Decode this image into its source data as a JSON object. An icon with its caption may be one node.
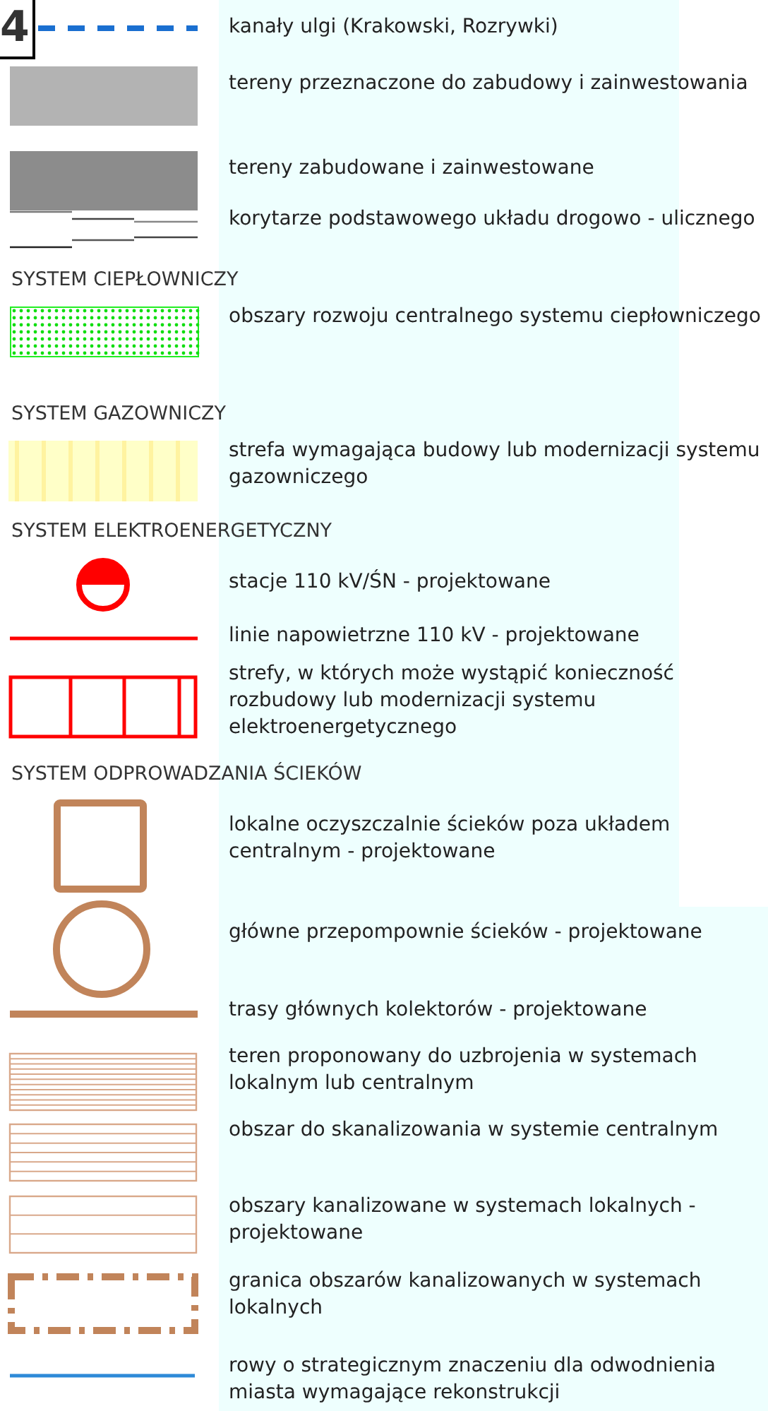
{
  "diagram": {
    "labels": [
      "4",
      "SYSTEM CIEPŁOWNICZY",
      "SYSTEM GAZOWNICZY",
      "SYSTEM ELEKTROENERGETYCZNY",
      "SYSTEM ODPROWADZANIA ŚCIEKÓW"
    ],
    "legend": [
      {
        "text": "kanały ulgi (Krakowski, Rozrywki)"
      },
      {
        "text": "tereny przeznaczone do zabudowy i zainwestowania",
        "color": "#b3b3b3"
      },
      {
        "text": "tereny zabudowane i zainwestowane",
        "color": "#8c8c8c"
      },
      {
        "text": "korytarze podstawowego układu drogowo - ulicznego"
      },
      {
        "text": "obszary rozwoju centralnego systemu ciepłowniczego"
      },
      {
        "text": "strefa wymagająca budowy lub modernizacji systemu gazowniczego"
      },
      {
        "text": "stacje 110 kV/ŚN  - projektowane"
      },
      {
        "text": "linie napowietrzne 110 kV - projektowane"
      },
      {
        "text": "strefy, w których może wystąpić konieczność rozbudowy lub modernizacji systemu elektroenergetycznego"
      },
      {
        "text": "lokalne oczyszczalnie ścieków poza układem centralnym - projektowane"
      },
      {
        "text": "główne przepompownie ścieków - projektowane"
      },
      {
        "text": "trasy głównych kolektorów - projektowane"
      },
      {
        "text": "teren proponowany do uzbrojenia w systemach lokalnym lub centralnym"
      },
      {
        "text": "obszar do skanalizowania w systemie centralnym"
      },
      {
        "text": "obszary kanalizowane w systemach lokalnych -  projektowane"
      },
      {
        "text": "granica obszarów kanalizowanych w systemach lokalnych"
      },
      {
        "text": "rowy o strategicznym znaczeniu dla odwodnienia miasta wymagające rekonstrukcji"
      }
    ]
  }
}
